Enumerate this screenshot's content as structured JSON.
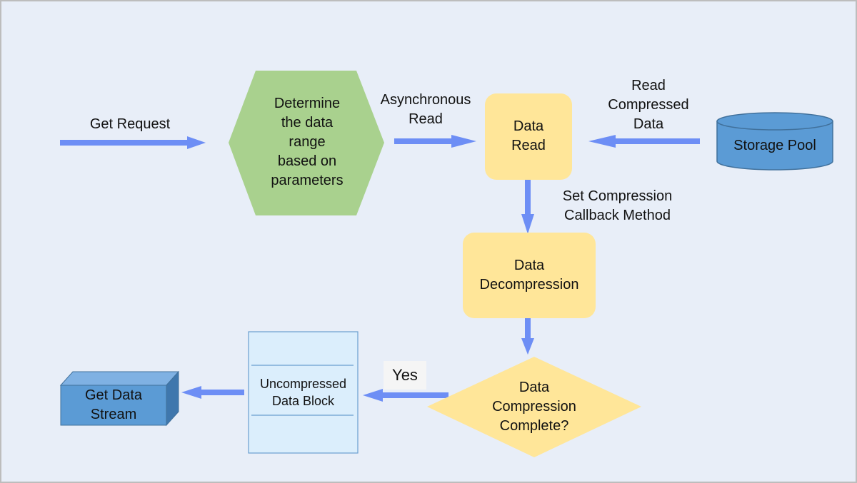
{
  "colors": {
    "background": "#e8eef8",
    "arrow": "#6d8ef5",
    "hexagon": "#a9d18e",
    "process_box": "#ffe699",
    "storage": "#5b9bd5",
    "document": "#dbeefc",
    "stream_box": "#5b9bd5"
  },
  "labels": {
    "get_request": "Get Request",
    "async_read": [
      "Asynchronous",
      "Read"
    ],
    "read_compressed": [
      "Read",
      "Compressed",
      "Data"
    ],
    "set_compression": [
      "Set Compression",
      "Callback Method"
    ],
    "yes": "Yes"
  },
  "nodes": {
    "determine": [
      "Determine",
      "the data",
      "range",
      "based on",
      "parameters"
    ],
    "data_read": [
      "Data",
      "Read"
    ],
    "storage_pool": "Storage Pool",
    "decompression": [
      "Data",
      "Decompression"
    ],
    "decision": [
      "Data",
      "Compression",
      "Complete?"
    ],
    "uncompressed_block": [
      "Uncompressed",
      "Data Block"
    ],
    "get_data_stream": [
      "Get Data",
      "Stream"
    ]
  }
}
